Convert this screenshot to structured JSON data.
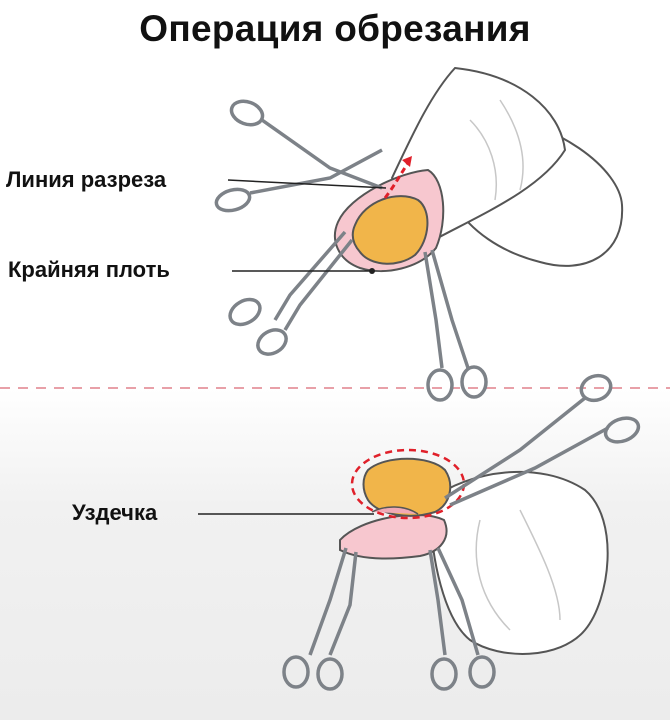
{
  "title": "Операция обрезания",
  "labels": {
    "incision_line": "Линия разреза",
    "foreskin": "Крайняя плоть",
    "frenulum": "Уздечка"
  },
  "colors": {
    "glans": "#f1b54a",
    "foreskin": "#f7c7cf",
    "skin": "#ffffff",
    "outline": "#555555",
    "instrument": "#8a8f95",
    "cut_line": "#e0202a",
    "divider": "#e8a0a8"
  }
}
